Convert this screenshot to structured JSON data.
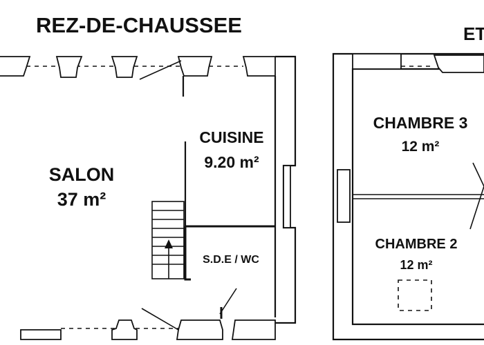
{
  "titles": {
    "ground_floor": "REZ-DE-CHAUSSEE",
    "upper_floor": "ET"
  },
  "rooms": {
    "salon": {
      "name": "SALON",
      "area": "37 m²"
    },
    "cuisine": {
      "name": "CUISINE",
      "area": "9.20 m²"
    },
    "sde": {
      "name": "S.D.E / WC"
    },
    "chambre3": {
      "name": "CHAMBRE 3",
      "area": "12 m²"
    },
    "chambre2": {
      "name": "CHAMBRE 2",
      "area": "12 m²"
    }
  }
}
